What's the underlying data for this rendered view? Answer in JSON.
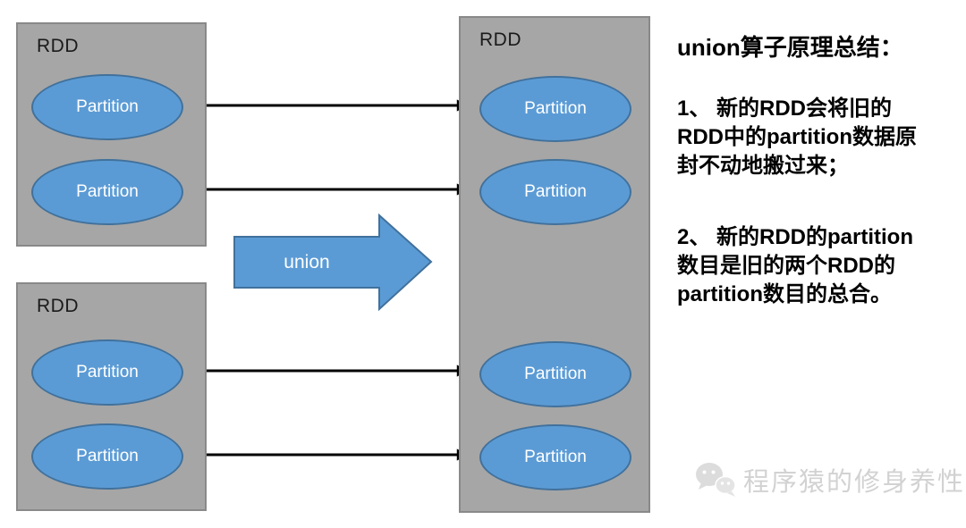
{
  "diagram": {
    "source_rdd_top": {
      "label": "RDD",
      "partitions": [
        "Partition",
        "Partition"
      ]
    },
    "source_rdd_bottom": {
      "label": "RDD",
      "partitions": [
        "Partition",
        "Partition"
      ]
    },
    "result_rdd": {
      "label": "RDD",
      "partitions": [
        "Partition",
        "Partition",
        "Partition",
        "Partition"
      ]
    },
    "operator_label": "union"
  },
  "notes": {
    "title": "union算子原理总结：",
    "point1": "1、 新的RDD会将旧的\nRDD中的partition数据原\n封不动地搬过来；",
    "point2": "2、 新的RDD的partition\n数目是旧的两个RDD的\npartition数目的总合。"
  },
  "watermark": {
    "icon": "wechat-icon",
    "text": "程序猿的修身养性"
  },
  "colors": {
    "box_fill": "#a6a6a6",
    "box_border": "#898989",
    "ellipse_fill": "#5b9bd5",
    "ellipse_border": "#41719c",
    "connector": "#000000",
    "text": "#1a1a1a",
    "watermark": "#d2d2d2"
  }
}
